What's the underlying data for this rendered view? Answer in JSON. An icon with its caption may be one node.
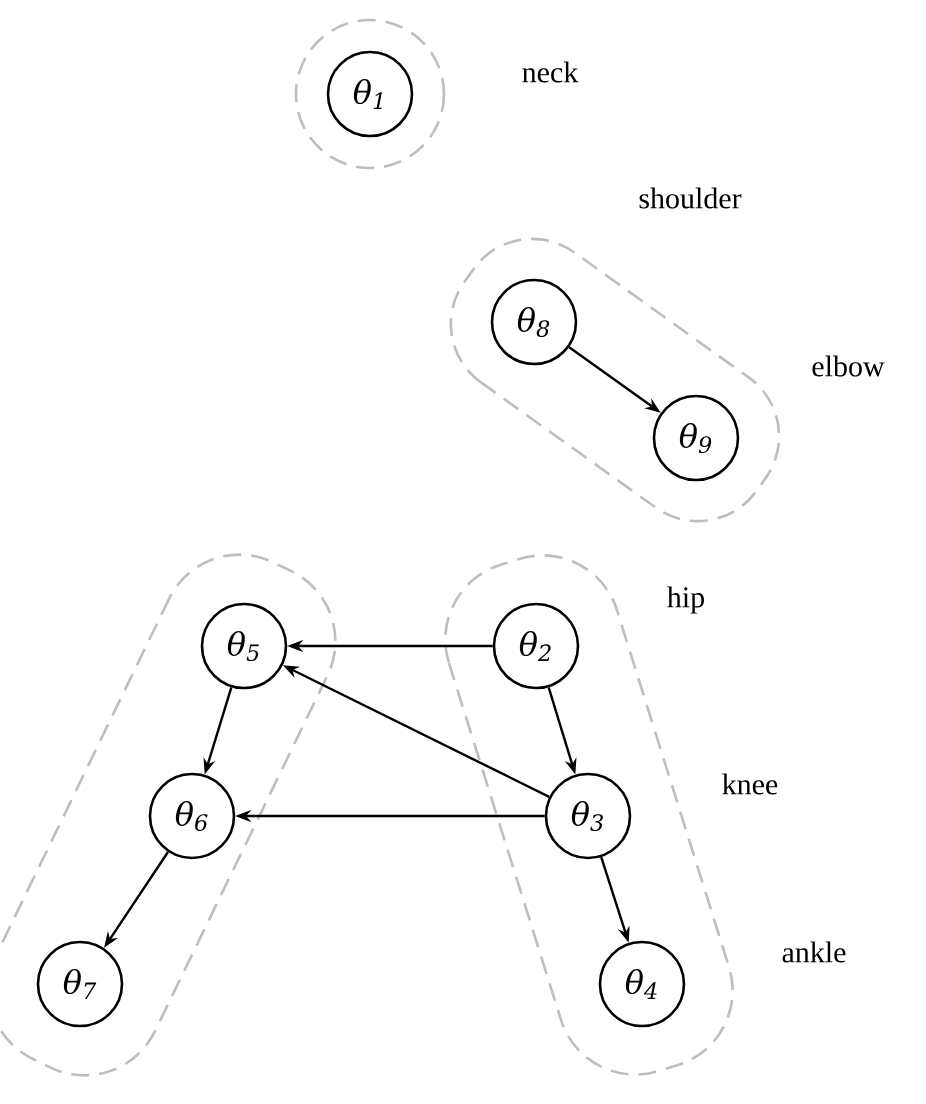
{
  "diagram": {
    "nodes": [
      {
        "text": [],
        "shape": "circle"
      },
      {
        "text": [
          "θ$_{1}$"
        ],
        "in": 0,
        "beside": [
          "neck"
        ]
      },
      {
        "text": [],
        "shape": "box"
      },
      {
        "text": [
          "θ$_{8}$"
        ],
        "in": 2,
        "beside": [
          "shoulder"
        ]
      },
      {
        "text": [
          "θ$_{9}$"
        ],
        "in": 2,
        "beside": [
          "elbow"
        ]
      },
      {
        "text": [],
        "shape": "box"
      },
      {
        "text": [
          "θ$_{5}$"
        ],
        "in": 5
      },
      {
        "text": [
          "θ$_{6}$"
        ],
        "in": 5
      },
      {
        "text": [
          "θ$_{7}$"
        ],
        "in": 5
      },
      {
        "text": [],
        "shape": "box"
      },
      {
        "text": [
          "θ$_{2}$"
        ],
        "in": 9,
        "beside": [
          "hip"
        ]
      },
      {
        "text": [
          "θ$_{3}$"
        ],
        "in": 9,
        "beside": [
          "knee"
        ]
      },
      {
        "text": [
          "θ$_{4}$"
        ],
        "in": 9,
        "beside": [
          "ankle"
        ]
      }
    ],
    "edges": [
      {
        "from": 3,
        "to": 4,
        "arrow": "to"
      },
      {
        "from": 10,
        "to": 6,
        "arrow": "to"
      },
      {
        "from": 10,
        "to": 11,
        "arrow": "to"
      },
      {
        "from": 11,
        "to": 6,
        "arrow": "to"
      },
      {
        "from": 11,
        "to": 7,
        "arrow": "to"
      },
      {
        "from": 11,
        "to": 12,
        "arrow": "to"
      },
      {
        "from": 6,
        "to": 7,
        "arrow": "to"
      },
      {
        "from": 7,
        "to": 8,
        "arrow": "to"
      }
    ]
  }
}
